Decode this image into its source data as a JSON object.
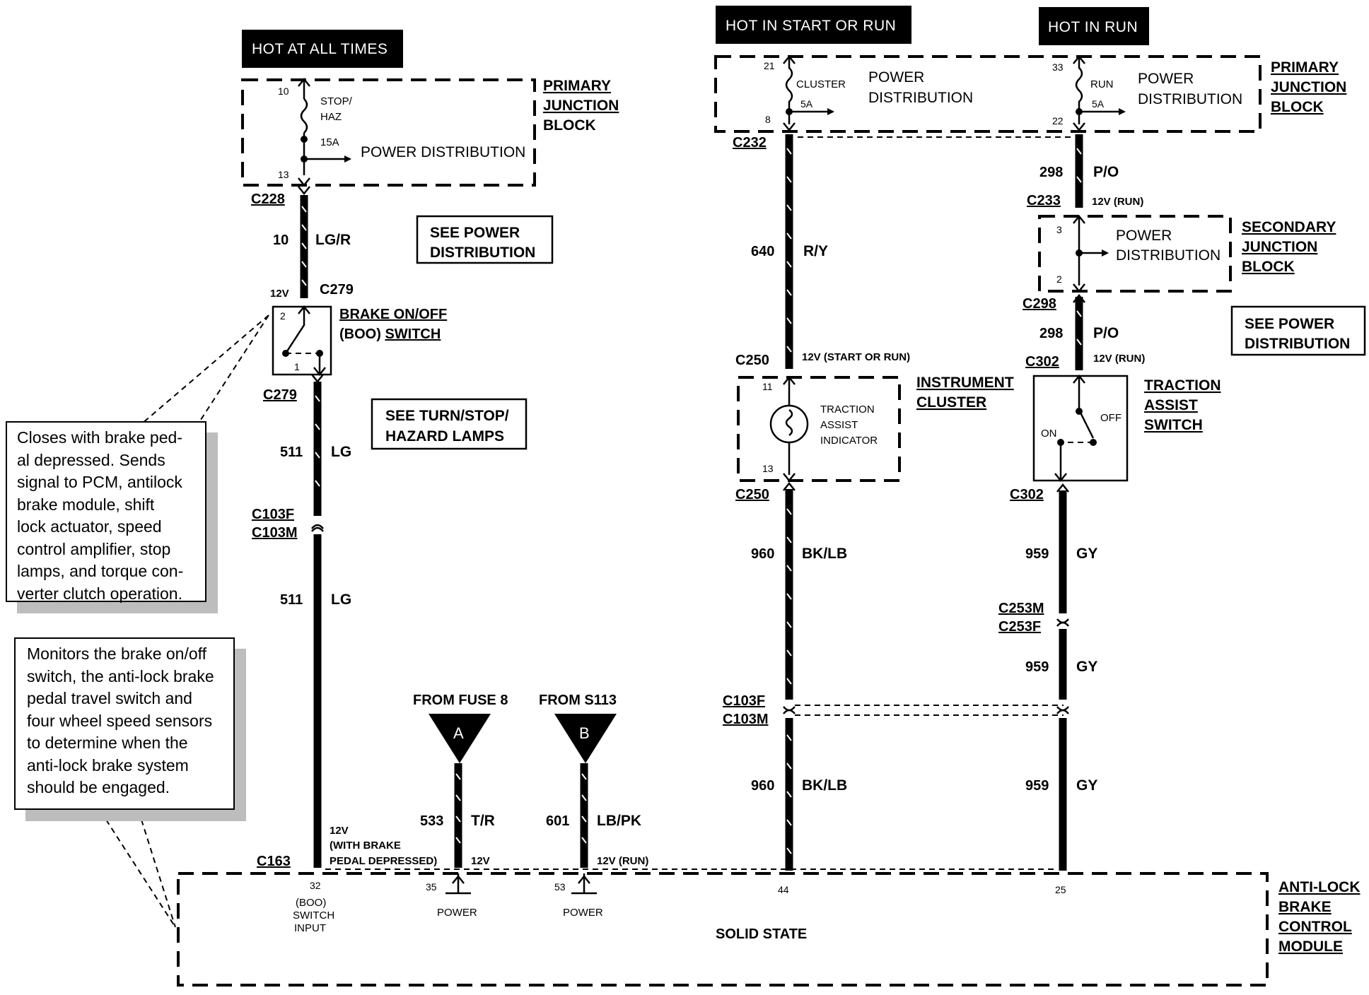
{
  "headers": {
    "hot_at_all_times": "HOT AT ALL TIMES",
    "hot_in_start_or_run": "HOT IN START OR RUN",
    "hot_in_run": "HOT IN RUN"
  },
  "primary_junction_block_left": {
    "label_1": "PRIMARY",
    "label_2": "JUNCTION",
    "label_3": "BLOCK",
    "pin_in": "10",
    "pin_out": "13",
    "fuse_name_1": "STOP/",
    "fuse_name_2": "HAZ",
    "fuse_rating": "15A",
    "distribution": "POWER DISTRIBUTION"
  },
  "primary_junction_block_right": {
    "label_1": "PRIMARY",
    "label_2": "JUNCTION",
    "label_3": "BLOCK",
    "cluster_pin_in": "21",
    "cluster_pin_out": "8",
    "cluster_fuse": "CLUSTER",
    "cluster_rating": "5A",
    "cluster_dist_1": "POWER",
    "cluster_dist_2": "DISTRIBUTION",
    "run_pin_in": "33",
    "run_pin_out": "22",
    "run_fuse": "RUN",
    "run_rating": "5A",
    "run_dist_1": "POWER",
    "run_dist_2": "DISTRIBUTION"
  },
  "secondary_junction_block": {
    "label_1": "SECONDARY",
    "label_2": "JUNCTION",
    "label_3": "BLOCK",
    "pin_in": "3",
    "pin_out": "2",
    "dist_1": "POWER",
    "dist_2": "DISTRIBUTION"
  },
  "see_boxes": {
    "power_distribution_left_1": "SEE POWER",
    "power_distribution_left_2": "DISTRIBUTION",
    "turn_stop_1": "SEE TURN/STOP/",
    "turn_stop_2": "HAZARD LAMPS",
    "power_distribution_right_1": "SEE POWER",
    "power_distribution_right_2": "DISTRIBUTION"
  },
  "connectors": {
    "c228": "C228",
    "c279_top": "C279",
    "c279_bottom": "C279",
    "c103f_left": "C103F",
    "c103m_left": "C103M",
    "c163": "C163",
    "c232": "C232",
    "c250_top": "C250",
    "c250_bottom": "C250",
    "c103f_right": "C103F",
    "c103m_right": "C103M",
    "c233": "C233",
    "c298": "C298",
    "c302_top": "C302",
    "c302_bottom": "C302",
    "c253m": "C253M",
    "c253f": "C253F"
  },
  "wires": {
    "w10_num": "10",
    "w10_color": "LG/R",
    "w511a_num": "511",
    "w511a_color": "LG",
    "w511b_num": "511",
    "w511b_color": "LG",
    "w533_num": "533",
    "w533_color": "T/R",
    "w601_num": "601",
    "w601_color": "LB/PK",
    "w640_num": "640",
    "w640_color": "R/Y",
    "w960a_num": "960",
    "w960a_color": "BK/LB",
    "w960b_num": "960",
    "w960b_color": "BK/LB",
    "w298a_num": "298",
    "w298a_color": "P/O",
    "w298b_num": "298",
    "w298b_color": "P/O",
    "w959a_num": "959",
    "w959a_color": "GY",
    "w959b_num": "959",
    "w959b_color": "GY",
    "w959c_num": "959",
    "w959c_color": "GY"
  },
  "voltages": {
    "v_12v_boo": "12V",
    "v_start_or_run": "12V (START OR RUN)",
    "v_run_c233": "12V (RUN)",
    "v_run_c302": "12V (RUN)",
    "v_brake_1": "12V",
    "v_brake_2": "(WITH BRAKE",
    "v_brake_3": "PEDAL DEPRESSED)",
    "v_12v_pin35": "12V",
    "v_12v_run_pin53": "12V (RUN)"
  },
  "boo_switch": {
    "label_1": "BRAKE ON/OFF",
    "label_2a": "(BOO) ",
    "label_2b": "SWITCH",
    "pin_top": "2",
    "pin_bottom": "1"
  },
  "instrument_cluster": {
    "label_1": "INSTRUMENT",
    "label_2": "CLUSTER",
    "pin_top": "11",
    "pin_bottom": "13",
    "indicator_1": "TRACTION",
    "indicator_2": "ASSIST",
    "indicator_3": "INDICATOR"
  },
  "traction_switch": {
    "label_1": "TRACTION",
    "label_2": "ASSIST",
    "label_3": "SWITCH",
    "off": "OFF",
    "on": "ON"
  },
  "splices": {
    "from_fuse_8": "FROM FUSE 8",
    "from_s113": "FROM S113",
    "a": "A",
    "b": "B"
  },
  "abs_module": {
    "label_1": "ANTI-LOCK",
    "label_2": "BRAKE",
    "label_3": "CONTROL",
    "label_4": "MODULE",
    "body": "SOLID STATE",
    "pin_32": "32",
    "pin_32_desc_1": "(BOO)",
    "pin_32_desc_2": "SWITCH",
    "pin_32_desc_3": "INPUT",
    "pin_35": "35",
    "pin_35_desc": "POWER",
    "pin_53": "53",
    "pin_53_desc": "POWER",
    "pin_44": "44",
    "pin_25": "25"
  },
  "notes": {
    "boo_note": "Closes with brake ped-\nal depressed.  Sends\nsignal to PCM, antilock\nbrake module, shift\nlock actuator, speed\ncontrol amplifier, stop\nlamps, and torque con-\nverter clutch operation.",
    "abs_note": "Monitors the brake on/off\nswitch, the anti-lock brake\npedal travel switch and\nfour wheel speed sensors\nto determine when the\nanti-lock brake system\nshould be engaged."
  }
}
